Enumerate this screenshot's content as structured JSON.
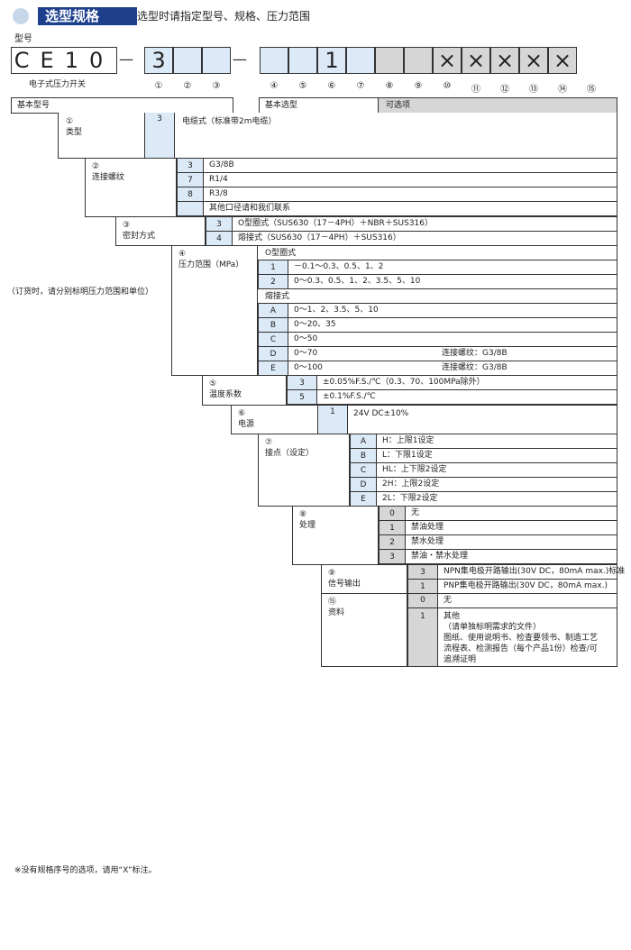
{
  "header": {
    "badge": "选型规格",
    "subtitle": "选型时请指定型号、规格、压力范围"
  },
  "model": {
    "label": "型号",
    "code": "CE10",
    "desc": "电子式压力开关",
    "dash": "—",
    "slots": [
      "3",
      "",
      "",
      "",
      "",
      "1",
      "",
      "",
      "",
      "×",
      "×",
      "×",
      "×",
      "×",
      ""
    ],
    "circled": [
      "①",
      "②",
      "③",
      "④",
      "⑤",
      "⑥",
      "⑦",
      "⑧",
      "⑨",
      "⑩",
      "⑪",
      "⑫",
      "⑬",
      "⑭",
      "⑮"
    ]
  },
  "bands": {
    "basic_model": "基本型号",
    "basic_select": "基本选型",
    "optional": "可选项"
  },
  "order_note": "（订货时，请分别标明压力范围和单位）",
  "sections": {
    "s1": {
      "num": "①",
      "title": "类型",
      "code": "3",
      "text": "电缆式（标准带2m电缆）"
    },
    "s2": {
      "num": "②",
      "title": "连接螺纹",
      "rows": [
        {
          "code": "3",
          "text": "G3/8B"
        },
        {
          "code": "7",
          "text": "R1/4"
        },
        {
          "code": "8",
          "text": "R3/8"
        },
        {
          "code": "",
          "text": "其他口径请和我们联系"
        }
      ]
    },
    "s3": {
      "num": "③",
      "title": "密封方式",
      "rows": [
        {
          "code": "3",
          "text": "O型圈式（SUS630（17－4PH）＋NBR＋SUS316）"
        },
        {
          "code": "4",
          "text": "熔接式（SUS630（17－4PH）＋SUS316）"
        }
      ]
    },
    "s4": {
      "num": "④",
      "title": "压力范围（MPa）",
      "group1": "O型圈式",
      "group2": "熔接式",
      "rows1": [
        {
          "code": "1",
          "text": "－0.1～0.3、0.5、1、2"
        },
        {
          "code": "2",
          "text": "0～0.3、0.5、1、2、3.5、5、10"
        }
      ],
      "rows2": [
        {
          "code": "A",
          "text": "0～1、2、3.5、5、10",
          "note": ""
        },
        {
          "code": "B",
          "text": "0～20、35",
          "note": ""
        },
        {
          "code": "C",
          "text": "0～50",
          "note": ""
        },
        {
          "code": "D",
          "text": "0～70",
          "note": "连接螺纹：G3/8B"
        },
        {
          "code": "E",
          "text": "0～100",
          "note": "连接螺纹：G3/8B"
        }
      ]
    },
    "s5": {
      "num": "⑤",
      "title": "温度系数",
      "rows": [
        {
          "code": "3",
          "text": "±0.05%F.S./℃（0.3、70、100MPa除外）"
        },
        {
          "code": "5",
          "text": "±0.1%F.S./℃"
        }
      ]
    },
    "s6": {
      "num": "⑥",
      "title": "电源",
      "code": "1",
      "text": "24V DC±10%"
    },
    "s7": {
      "num": "⑦",
      "title": "接点（设定）",
      "rows": [
        {
          "code": "A",
          "text": "H：上限1设定"
        },
        {
          "code": "B",
          "text": "L：下限1设定"
        },
        {
          "code": "C",
          "text": "HL：上下限2设定"
        },
        {
          "code": "D",
          "text": "2H：上限2设定"
        },
        {
          "code": "E",
          "text": "2L：下限2设定"
        }
      ]
    },
    "s8": {
      "num": "⑧",
      "title": "处理",
      "rows": [
        {
          "code": "0",
          "text": "无"
        },
        {
          "code": "1",
          "text": "禁油处理"
        },
        {
          "code": "2",
          "text": "禁水处理"
        },
        {
          "code": "3",
          "text": "禁油・禁水处理"
        }
      ]
    },
    "s9": {
      "num": "⑨",
      "title": "信号输出",
      "rows": [
        {
          "code": "3",
          "text": "NPN集电极开路输出(30V DC，80mA max.)标准"
        },
        {
          "code": "1",
          "text": "PNP集电极开路输出(30V DC，80mA max.)"
        }
      ]
    },
    "s15": {
      "num": "⑮",
      "title": "资料",
      "row0": {
        "code": "0",
        "text": "无"
      },
      "row1": {
        "code": "1",
        "lines": [
          "其他",
          "（请单独标明需求的文件）",
          "图纸、使用说明书、检查要领书、制造工艺",
          "流程表、检测报告（每个产品1份）检查/可",
          "追溯证明"
        ]
      }
    }
  },
  "footnote": "※没有规格序号的选项，请用“X”标注。",
  "colors": {
    "badge": "#1d3f8c",
    "code_bg": "#dce9f7",
    "grey": "#d6d6d6"
  }
}
